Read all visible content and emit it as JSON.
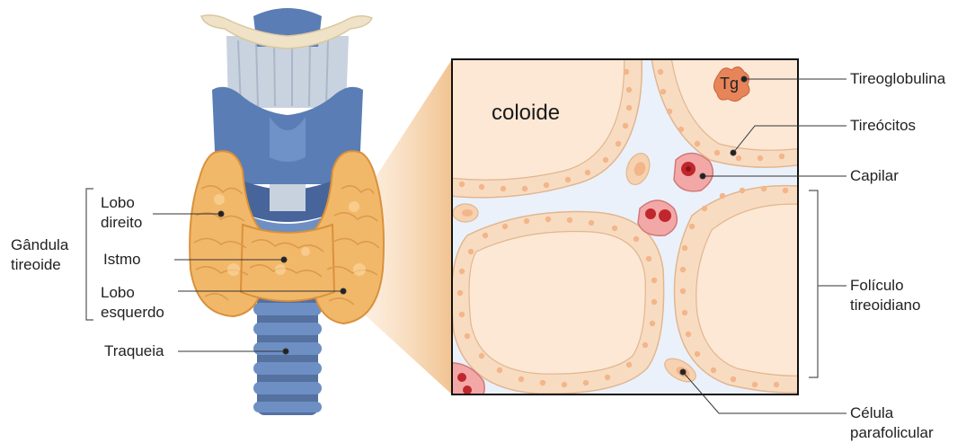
{
  "labels": {
    "glandula": "Gândula\ntireoide",
    "lobo_direito": "Lobo\ndireito",
    "istmo": "Istmo",
    "lobo_esquerdo": "Lobo\nesquerdo",
    "traqueia": "Traqueia",
    "coloide": "coloide",
    "tg": "Tg",
    "tireoglobulina": "Tireoglobulina",
    "tireocitos": "Tireócitos",
    "capilar": "Capilar",
    "foliculo": "Folículo\ntireoidiano",
    "celula_parafolicular": "Célula\nparafolicular"
  },
  "colors": {
    "thyroid": "#f2b86a",
    "thyroid_dark": "#d9913a",
    "cartilage": "#5b7db5",
    "membrane": "#c8d2de",
    "hyoid": "#eee0c2",
    "colloid": "#fce8d4",
    "cell": "#f6d2b1",
    "nucleus": "#f3b58a",
    "capillary": "#f3a8a8",
    "rbc": "#c0272d",
    "tg": "#e8845a",
    "interstitium": "#eaf1fa",
    "fade": "#f5cfa2"
  }
}
